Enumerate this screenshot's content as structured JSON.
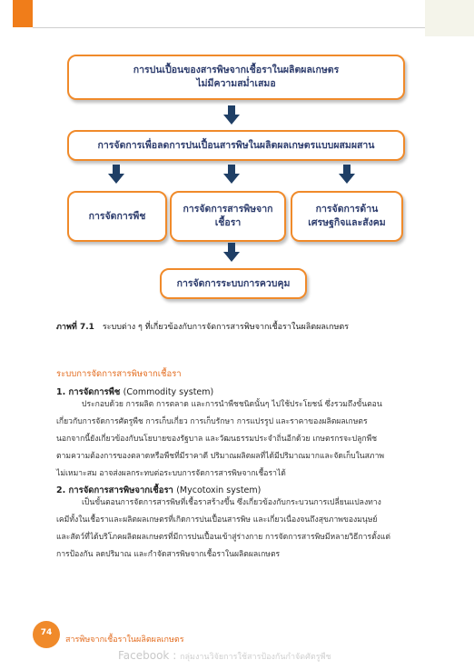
{
  "diagram": {
    "top_box": "การปนเปื้อนของสารพิษจากเชื้อราในผลิตผลเกษตร\nไม่มีความสม่ำเสมอ",
    "middle_box": "การจัดการเพื่อลดการปนเปื้อนสารพิษในผลิตผลเกษตรแบบผสมผสาน",
    "branch_left": "การจัดการพืช",
    "branch_center": "การจัดการสารพิษจาก\nเชื้อรา",
    "branch_right": "การจัดการด้าน\nเศรษฐกิจและสังคม",
    "bottom_box": "การจัดการระบบการควบคุม",
    "colors": {
      "border": "#f08a2a",
      "text": "#2f3e6e",
      "arrow": "#1f3f66"
    }
  },
  "caption": {
    "label": "ภาพที่ 7.1",
    "text": "ระบบต่าง ๆ ที่เกี่ยวข้องกับการจัดการสารพิษจากเชื้อราในผลิตผลเกษตร"
  },
  "section_title": "ระบบการจัดการสารพิษจากเชื้อรา",
  "item1": {
    "heading": "1. การจัดการพืช",
    "heading_en": "(Commodity system)",
    "body": "ประกอบด้วย การผลิต การตลาด และการนำพืชชนิดนั้นๆ ไปใช้ประโยชน์ ซึ่งรวมถึงขั้นตอน\nเกี่ยวกับการจัดการศัตรูพืช การเก็บเกี่ยว การเก็บรักษา การแปรรูป และราคาของผลิตผลเกษตร\nนอกจากนี้ยังเกี่ยวข้องกับนโยบายของรัฐบาล และวัฒนธรรมประจำถิ่นอีกด้วย เกษตรกรจะปลูกพืช\nตามความต้องการของตลาดหรือพืชที่มีราคาดี ปริมาณผลิตผลที่ได้มีปริมาณมากและจัดเก็บในสภาพ\nไม่เหมาะสม อาจส่งผลกระทบต่อระบบการจัดการสารพิษจากเชื้อราได้"
  },
  "item2": {
    "heading": "2. การจัดการสารพิษจากเชื้อรา",
    "heading_en": "(Mycotoxin system)",
    "body": "เป็นขั้นตอนการจัดการสารพิษที่เชื้อราสร้างขึ้น ซึ่งเกี่ยวข้องกับกระบวนการเปลี่ยนแปลงทาง\nเคมีทั้งในเชื้อราและผลิตผลเกษตรที่เกิดการปนเปื้อนสารพิษ และเกี่ยวเนื่องจนถึงสุขภาพของมนุษย์\nและสัตว์ที่ได้บริโภคผลิตผลเกษตรที่มีการปนเปื้อนเข้าสู่ร่างกาย การจัดการสารพิษมีหลายวิธีการตั้งแต่\nการป้องกัน ลดปริมาณ และกำจัดสารพิษจากเชื้อราในผลิตผลเกษตร"
  },
  "footer": {
    "page_number": "74",
    "title": "สารพิษจากเชื้อราในผลิตผลเกษตร",
    "watermark_main": "Facebook :",
    "watermark_sub": "กลุ่มงานวิจัยการใช้สารป้องกันกำจัดศัตรูพืช"
  }
}
